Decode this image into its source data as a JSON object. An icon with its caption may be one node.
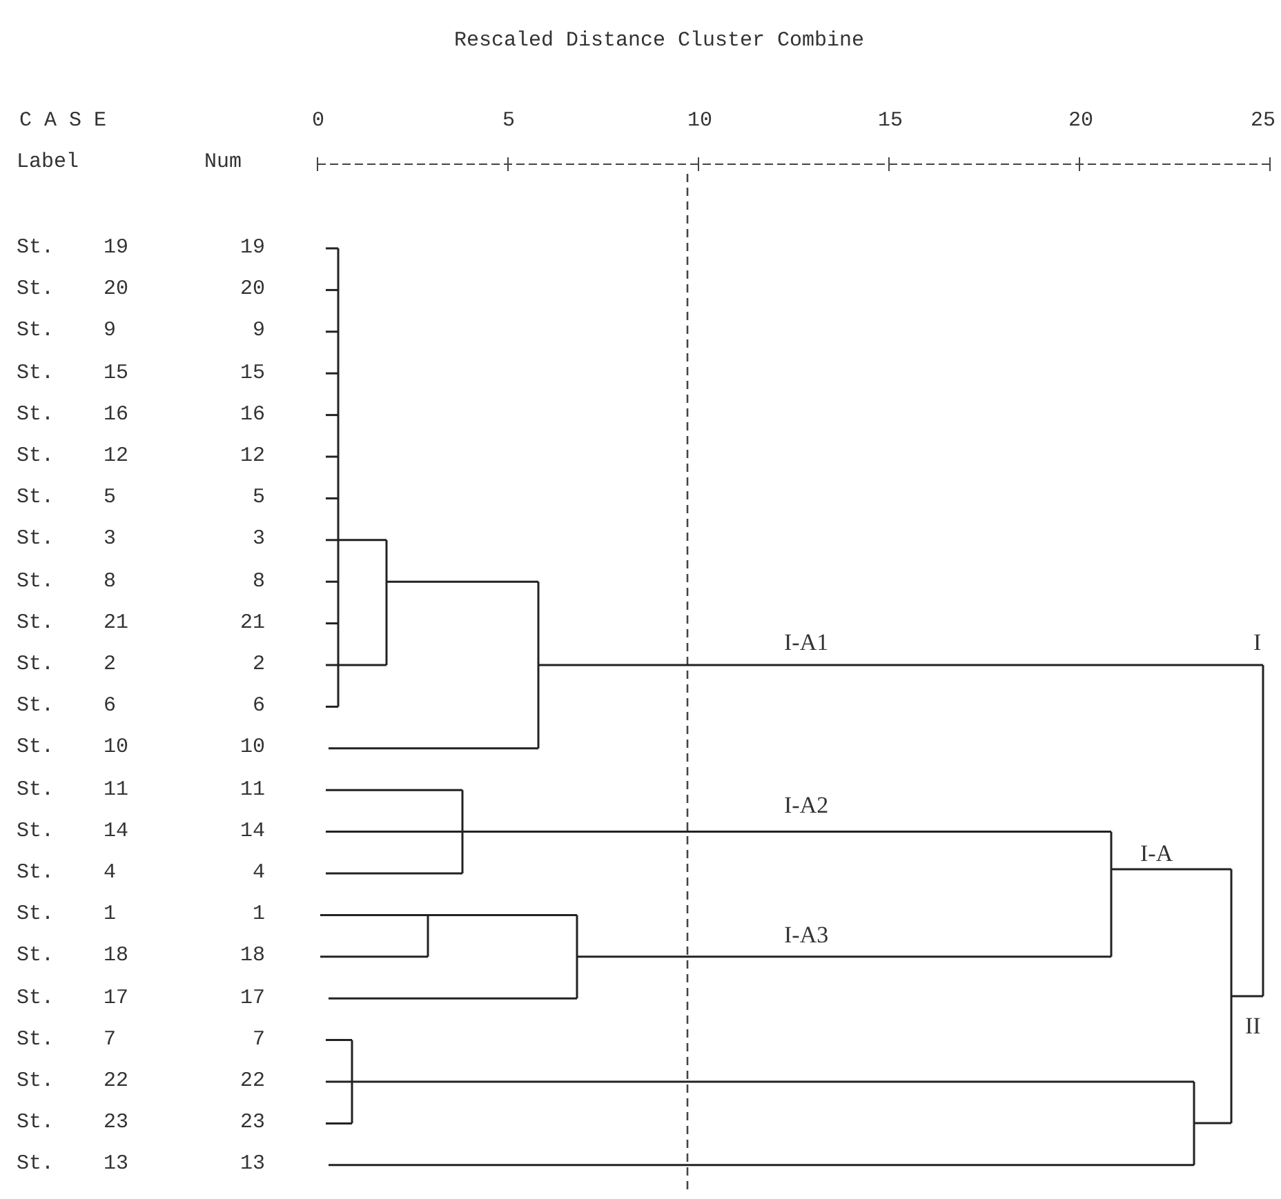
{
  "diagram": {
    "title": "Rescaled Distance Cluster Combine",
    "labels": [
      "C A S E",
      "0",
      "5",
      "10",
      "15",
      "20",
      "25",
      "Label",
      "Num",
      "St.",
      "19",
      "19",
      "St.",
      "20",
      "20",
      "St.",
      "9",
      "9",
      "St.",
      "15",
      "15",
      "St.",
      "16",
      "16",
      "St.",
      "12",
      "12",
      "St.",
      "5",
      "5",
      "St.",
      "3",
      "3",
      "St.",
      "8",
      "8",
      "St.",
      "21",
      "21",
      "St.",
      "2",
      "2",
      "St.",
      "6",
      "6",
      "St.",
      "10",
      "10",
      "St.",
      "11",
      "11",
      "St.",
      "14",
      "14",
      "St.",
      "4",
      "4",
      "St.",
      "1",
      "1",
      "St.",
      "18",
      "18",
      "St.",
      "17",
      "17",
      "St.",
      "7",
      "7",
      "St.",
      "22",
      "22",
      "St.",
      "23",
      "23",
      "St.",
      "13",
      "13",
      "I-A1",
      "I",
      "I-A2",
      "I-A",
      "I-A3",
      "II"
    ]
  }
}
